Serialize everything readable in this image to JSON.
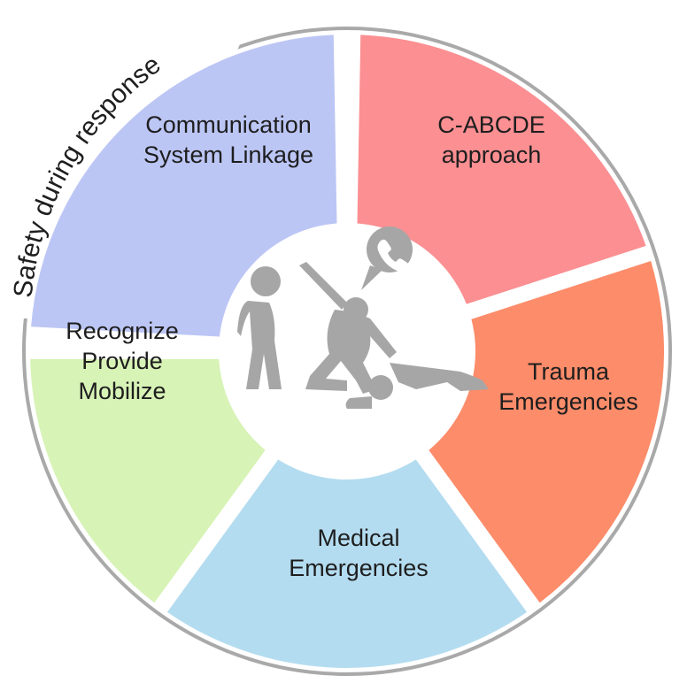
{
  "arc_title": "Safety during response",
  "segments": [
    {
      "id": "communication",
      "lines": [
        "Communication",
        "System Linkage"
      ],
      "color": "#bcc6f5"
    },
    {
      "id": "cabcde",
      "lines": [
        "C-ABCDE",
        "approach"
      ],
      "color": "#fb8f92"
    },
    {
      "id": "trauma",
      "lines": [
        "Trauma",
        "Emergencies"
      ],
      "color": "#fc8c6a"
    },
    {
      "id": "medical",
      "lines": [
        "Medical",
        "Emergencies"
      ],
      "color": "#b4dcf0"
    },
    {
      "id": "recognize",
      "lines": [
        "Recognize",
        "Provide",
        "Mobilize"
      ],
      "color": "#d7f3b6"
    }
  ],
  "colors": {
    "ring": "#a9a9a9",
    "icon": "#a6a6a6",
    "center": "#ffffff"
  },
  "center_icon": "first-responder-cpr-icon"
}
